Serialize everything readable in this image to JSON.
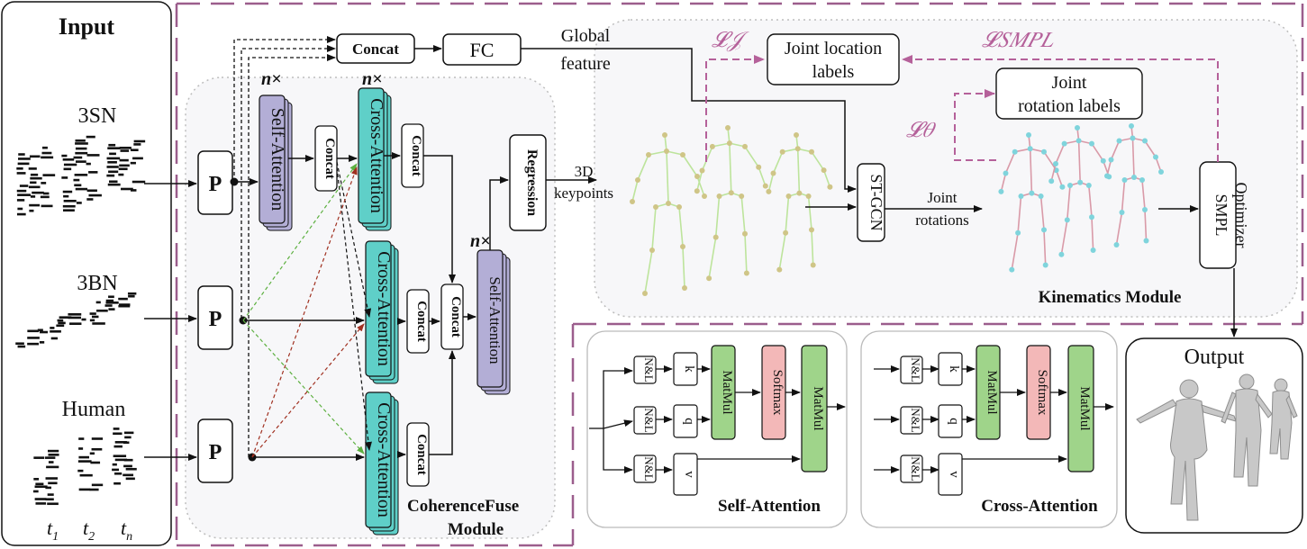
{
  "input": {
    "title": "Input",
    "rows": [
      "3SN",
      "3BN",
      "Human"
    ],
    "time_prefix": "t",
    "time_subscripts": [
      "1",
      "2",
      "n"
    ]
  },
  "blocks": {
    "p_label": "P",
    "concat": "Concat",
    "fc": "FC",
    "self_attention": "Self-Attention",
    "cross_attention": "Cross-Attention",
    "regression": "Regression",
    "nx": "n×",
    "stgcn": "ST-GCN",
    "smpl_optimizer": [
      "SMPL",
      "Optimizer"
    ]
  },
  "labels": {
    "global_feature": [
      "Global",
      "feature"
    ],
    "keypoints_3d": [
      "3D",
      "keypoints"
    ],
    "joint_rotations": [
      "Joint",
      "rotations"
    ],
    "joint_location_labels": [
      "Joint location",
      "labels"
    ],
    "joint_rotation_labels": [
      "Joint",
      "rotation labels"
    ],
    "loss_j": "𝓛𝒥",
    "loss_smpl": "𝓛𝑆𝑀𝑃𝐿",
    "loss_theta": "𝓛𝜃",
    "coherencefuse_module": [
      "CoherenceFuse",
      "Module"
    ],
    "kinematics_module": "Kinematics Module"
  },
  "attention": {
    "nl": "N&L",
    "k": "k",
    "q": "q",
    "v": "v",
    "matmul": "MatMul",
    "softmax": "Softmax",
    "self_title": "Self-Attention",
    "cross_title": "Cross-Attention"
  },
  "output": {
    "title": "Output"
  },
  "colors": {
    "frame_purple": "#9b5d8c",
    "loss_pink": "#b5619a",
    "self_attn_fill": "#b3aed6",
    "cross_attn_fill": "#5fcfc8",
    "matmul_fill": "#9fd48a",
    "softmax_fill": "#f3b8b8",
    "skeleton_yellow": "#cfc587",
    "skeleton_green": "#bde49c",
    "skeleton_pink": "#d99aa8",
    "skeleton_cyan": "#7fd4dc",
    "arrow_green": "#5db040",
    "arrow_red": "#a03020"
  }
}
